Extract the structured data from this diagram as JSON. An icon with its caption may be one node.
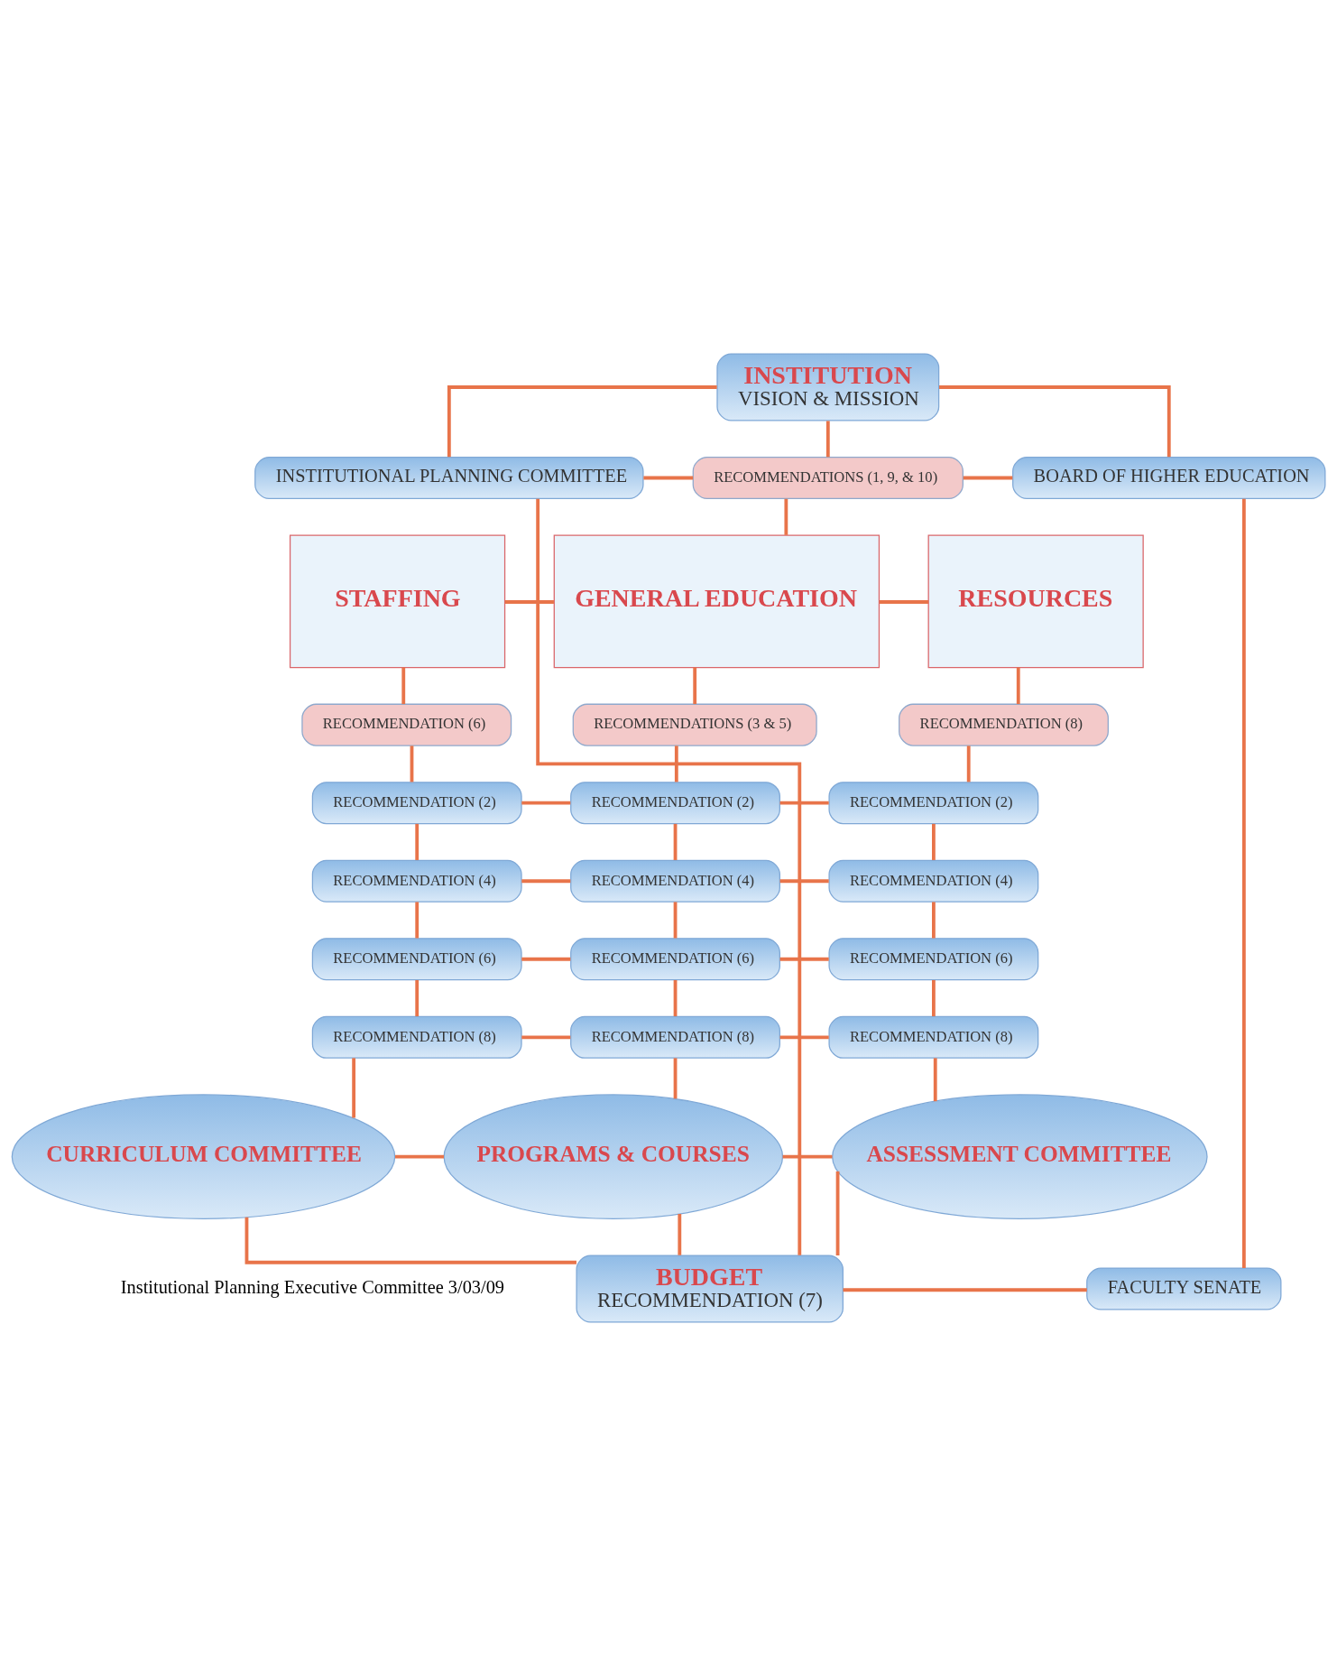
{
  "diagram": {
    "nodes": [
      {
        "text": [
          "INSTITUTION",
          "VISION & MISSION"
        ]
      },
      {
        "text": [
          "INSTITUTIONAL PLANNING COMMITTEE"
        ]
      },
      {
        "text": [
          "RECOMMENDATIONS (1, 9, & 10)"
        ]
      },
      {
        "text": [
          "BOARD OF HIGHER EDUCATION"
        ]
      },
      {
        "text": [
          "STAFFING"
        ]
      },
      {
        "text": [
          "GENERAL EDUCATION"
        ]
      },
      {
        "text": [
          "RESOURCES"
        ]
      },
      {
        "text": [
          "RECOMMENDATION (6)"
        ]
      },
      {
        "text": [
          "RECOMMENDATIONS (3 & 5)"
        ]
      },
      {
        "text": [
          "RECOMMENDATION (8)"
        ]
      },
      {
        "text": [
          "RECOMMENDATION (2)"
        ]
      },
      {
        "text": [
          "RECOMMENDATION (2)"
        ]
      },
      {
        "text": [
          "RECOMMENDATION (2)"
        ]
      },
      {
        "text": [
          "RECOMMENDATION (4)"
        ]
      },
      {
        "text": [
          "RECOMMENDATION (4)"
        ]
      },
      {
        "text": [
          "RECOMMENDATION (4)"
        ]
      },
      {
        "text": [
          "RECOMMENDATION (6)"
        ]
      },
      {
        "text": [
          "RECOMMENDATION (6)"
        ]
      },
      {
        "text": [
          "RECOMMENDATION (6)"
        ]
      },
      {
        "text": [
          "RECOMMENDATION (8)"
        ]
      },
      {
        "text": [
          "RECOMMENDATION (8)"
        ]
      },
      {
        "text": [
          "RECOMMENDATION (8)"
        ]
      },
      {
        "text": [
          "CURRICULUM COMMITTEE"
        ]
      },
      {
        "text": [
          "PROGRAMS & COURSES"
        ]
      },
      {
        "text": [
          "ASSESSMENT COMMITTEE"
        ]
      },
      {
        "text": [
          "BUDGET",
          "RECOMMENDATION (7)"
        ]
      },
      {
        "text": [
          "FACULTY SENATE"
        ]
      }
    ],
    "edges": [
      {
        "from": 0,
        "to": 1,
        "arrow": "none"
      },
      {
        "from": 0,
        "to": 3,
        "arrow": "none"
      },
      {
        "from": 0,
        "to": 2,
        "arrow": "none"
      },
      {
        "from": 1,
        "to": 2,
        "arrow": "none"
      },
      {
        "from": 2,
        "to": 3,
        "arrow": "none"
      },
      {
        "from": 2,
        "to": 5,
        "arrow": "none"
      },
      {
        "from": 4,
        "to": 5,
        "arrow": "none"
      },
      {
        "from": 5,
        "to": 6,
        "arrow": "none"
      },
      {
        "from": 4,
        "to": 7,
        "arrow": "none"
      },
      {
        "from": 5,
        "to": 8,
        "arrow": "none"
      },
      {
        "from": 6,
        "to": 9,
        "arrow": "none"
      },
      {
        "from": 7,
        "to": 10,
        "arrow": "none"
      },
      {
        "from": 8,
        "to": 11,
        "arrow": "none"
      },
      {
        "from": 9,
        "to": 12,
        "arrow": "none"
      },
      {
        "from": 10,
        "to": 11,
        "arrow": "none"
      },
      {
        "from": 11,
        "to": 12,
        "arrow": "none"
      },
      {
        "from": 10,
        "to": 13,
        "arrow": "none"
      },
      {
        "from": 11,
        "to": 14,
        "arrow": "none"
      },
      {
        "from": 12,
        "to": 15,
        "arrow": "none"
      },
      {
        "from": 13,
        "to": 14,
        "arrow": "none"
      },
      {
        "from": 14,
        "to": 15,
        "arrow": "none"
      },
      {
        "from": 13,
        "to": 16,
        "arrow": "none"
      },
      {
        "from": 14,
        "to": 17,
        "arrow": "none"
      },
      {
        "from": 15,
        "to": 18,
        "arrow": "none"
      },
      {
        "from": 16,
        "to": 17,
        "arrow": "none"
      },
      {
        "from": 17,
        "to": 18,
        "arrow": "none"
      },
      {
        "from": 16,
        "to": 19,
        "arrow": "none"
      },
      {
        "from": 17,
        "to": 20,
        "arrow": "none"
      },
      {
        "from": 18,
        "to": 21,
        "arrow": "none"
      },
      {
        "from": 19,
        "to": 20,
        "arrow": "none"
      },
      {
        "from": 20,
        "to": 21,
        "arrow": "none"
      },
      {
        "from": 19,
        "to": 22,
        "arrow": "none"
      },
      {
        "from": 20,
        "to": 23,
        "arrow": "none"
      },
      {
        "from": 21,
        "to": 24,
        "arrow": "none"
      },
      {
        "from": 22,
        "to": 23,
        "arrow": "none"
      },
      {
        "from": 23,
        "to": 24,
        "arrow": "none"
      },
      {
        "from": 22,
        "to": 25,
        "arrow": "none"
      },
      {
        "from": 23,
        "to": 25,
        "arrow": "none"
      },
      {
        "from": 24,
        "to": 25,
        "arrow": "none"
      },
      {
        "from": 1,
        "to": 25,
        "arrow": "none"
      },
      {
        "from": 3,
        "to": 26,
        "arrow": "none"
      },
      {
        "from": 25,
        "to": 26,
        "arrow": "none"
      }
    ],
    "labels": [
      "Institutional Planning Executive Committee 3/03/09"
    ]
  }
}
